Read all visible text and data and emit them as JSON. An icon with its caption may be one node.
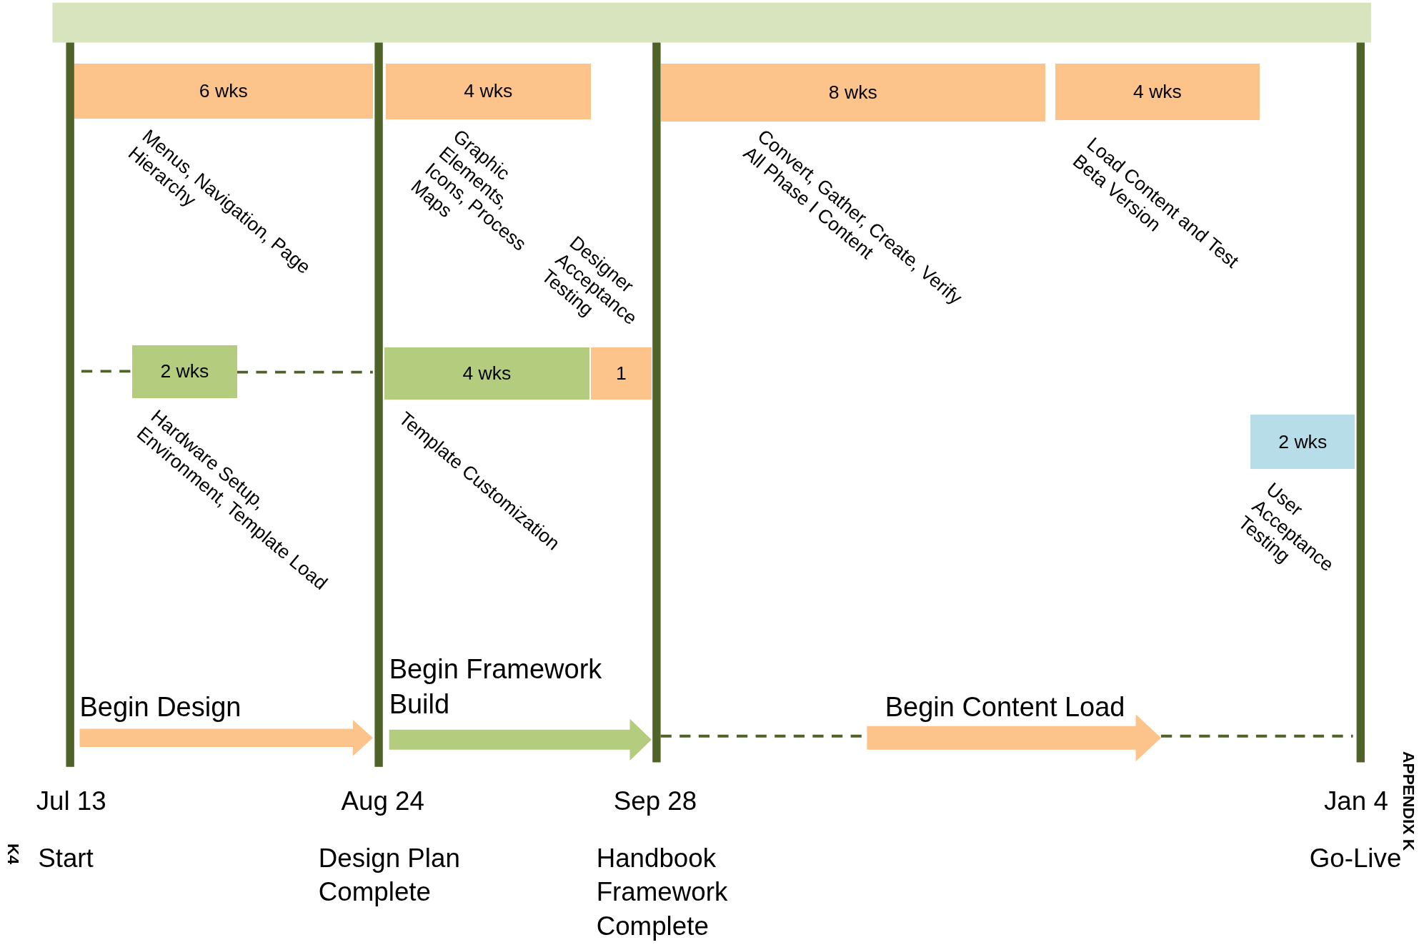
{
  "diagram": {
    "nodes": [
      {
        "text": [
          "6 wks"
        ],
        "beside": [
          "Menus, Navigation, Page Hierarchy"
        ]
      },
      {
        "text": [
          "4 wks"
        ],
        "beside": [
          "Graphic Elements, Icons, Process Maps"
        ]
      },
      {
        "text": [
          "8 wks"
        ],
        "beside": [
          "Convert, Gather, Create, Verify All Phase I Content"
        ]
      },
      {
        "text": [
          "4 wks"
        ],
        "beside": [
          "Load Content and Test Beta Version"
        ]
      },
      {
        "text": [
          "2 wks"
        ],
        "beside": [
          "Hardware Setup, Environment, Template Load"
        ]
      },
      {
        "text": [
          "4 wks"
        ],
        "beside": [
          "Template Customization"
        ]
      },
      {
        "text": [
          "1"
        ],
        "beside": [
          "Designer Acceptance Testing"
        ]
      },
      {
        "text": [
          "2 wks"
        ],
        "beside": [
          "User Acceptance Testing"
        ]
      }
    ],
    "labels": [
      "Begin Design",
      "Begin Framework Build",
      "Begin Content Load",
      "Jul 13",
      "Aug 24",
      "Sep 28",
      "Jan 4",
      "K4",
      "Start",
      "Design Plan Complete",
      "Handbook Framework Complete",
      "Go-Live",
      "APPENDIX K"
    ]
  }
}
